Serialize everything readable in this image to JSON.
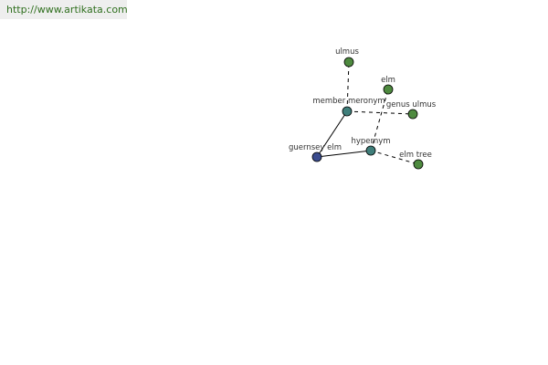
{
  "header": {
    "url": "http://www.artikata.com"
  },
  "colors": {
    "url_text": "#2f6f1e",
    "url_bg": "#eeeeee",
    "leaf_node": "#4e8a3f",
    "hub_node": "#3f7e7a",
    "focus_node": "#3b4c8e"
  },
  "graph": {
    "nodes": [
      {
        "id": "ulmus",
        "label": "ulmus",
        "kind": "leaf"
      },
      {
        "id": "elm",
        "label": "elm",
        "kind": "leaf"
      },
      {
        "id": "member_meronym",
        "label": "member meronym",
        "kind": "hub"
      },
      {
        "id": "genus_ulmus",
        "label": "genus ulmus",
        "kind": "leaf"
      },
      {
        "id": "guernsey_elm",
        "label": "guernsey elm",
        "kind": "focus"
      },
      {
        "id": "hypernym",
        "label": "hypernym",
        "kind": "hub"
      },
      {
        "id": "elm_tree",
        "label": "elm tree",
        "kind": "leaf"
      }
    ],
    "edges": [
      {
        "from": "guernsey_elm",
        "to": "member_meronym",
        "style": "solid"
      },
      {
        "from": "guernsey_elm",
        "to": "hypernym",
        "style": "solid"
      },
      {
        "from": "member_meronym",
        "to": "ulmus",
        "style": "dashed"
      },
      {
        "from": "member_meronym",
        "to": "genus_ulmus",
        "style": "dashed"
      },
      {
        "from": "hypernym",
        "to": "elm",
        "style": "dashed"
      },
      {
        "from": "hypernym",
        "to": "elm_tree",
        "style": "dashed"
      }
    ]
  }
}
